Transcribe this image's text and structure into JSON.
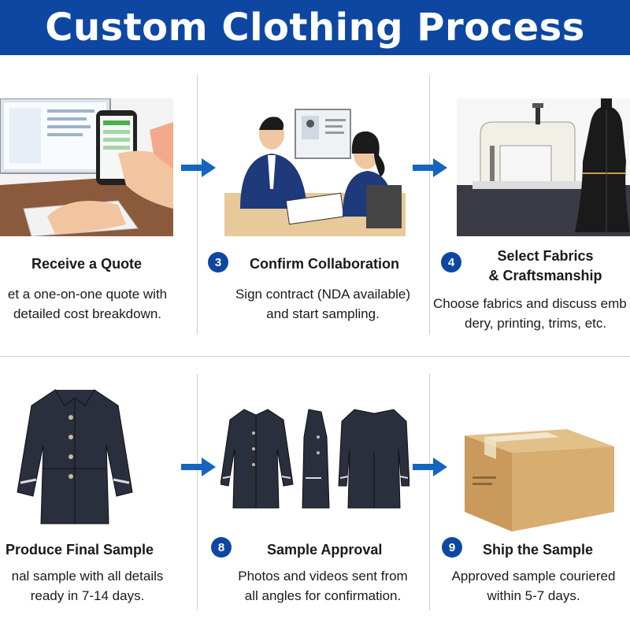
{
  "header": {
    "title": "Custom Clothing Process"
  },
  "colors": {
    "brand_blue": "#0d47a1",
    "arrow_blue": "#1565c0"
  },
  "steps": [
    {
      "number": "",
      "title": "Receive a Quote",
      "desc_line1": "et a one-on-one quote with",
      "desc_line2": "detailed cost breakdown.",
      "icon": "laptop-phone-quote-icon"
    },
    {
      "number": "3",
      "title": "Confirm Collaboration",
      "desc_line1": "Sign contract (NDA available)",
      "desc_line2": "and start sampling.",
      "icon": "contract-meeting-icon"
    },
    {
      "number": "4",
      "title_line1": "Select Fabrics",
      "title_line2": "& Craftsmanship",
      "desc_line1": "Choose fabrics and discuss emb",
      "desc_line2": "dery, printing, trims, etc.",
      "icon": "sewing-machine-icon"
    },
    {
      "number": "",
      "title": "Produce Final Sample",
      "desc_line1": "nal sample with all details",
      "desc_line2": "ready in 7-14 days.",
      "icon": "coat-sample-icon"
    },
    {
      "number": "8",
      "title": "Sample Approval",
      "desc_line1": "Photos and videos sent from",
      "desc_line2": "all angles for confirmation.",
      "icon": "coat-views-icon"
    },
    {
      "number": "9",
      "title": "Ship the Sample",
      "desc_line1": "Approved sample couriered",
      "desc_line2": "within 5-7 days.",
      "icon": "shipping-box-icon"
    }
  ]
}
